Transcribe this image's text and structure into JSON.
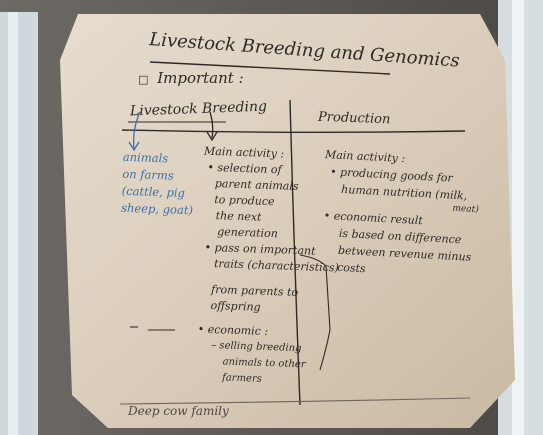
{
  "board": {
    "title": "Livestock Breeding and Genomics",
    "subtitle": "Important :",
    "left_heading": "Livestock Breeding",
    "right_heading": "Production",
    "blue_note": [
      "animals",
      "on farms",
      "(cattle, pig",
      "sheep, goat)"
    ],
    "breeding_lines": [
      "Main activity :",
      "• selection of",
      "parent animals",
      "to produce",
      "the next",
      "generation",
      "• pass on important",
      "traits (characteristics)",
      "",
      "from parents to",
      "offspring",
      "",
      "• economic :",
      "– selling breeding",
      "animals to other",
      "farmers"
    ],
    "production_lines": [
      "Main activity :",
      "• producing goods for",
      "human nutrition (milk,",
      "meat)",
      "• economic result",
      "is based on difference",
      "between revenue minus",
      "costs"
    ],
    "bottom_text": "Deep cow family"
  },
  "colors": {
    "paper": "#dccfbe",
    "ink": "#2d2a27",
    "blue_ink": "#3d6fa6",
    "wall": "#5f5c58"
  }
}
